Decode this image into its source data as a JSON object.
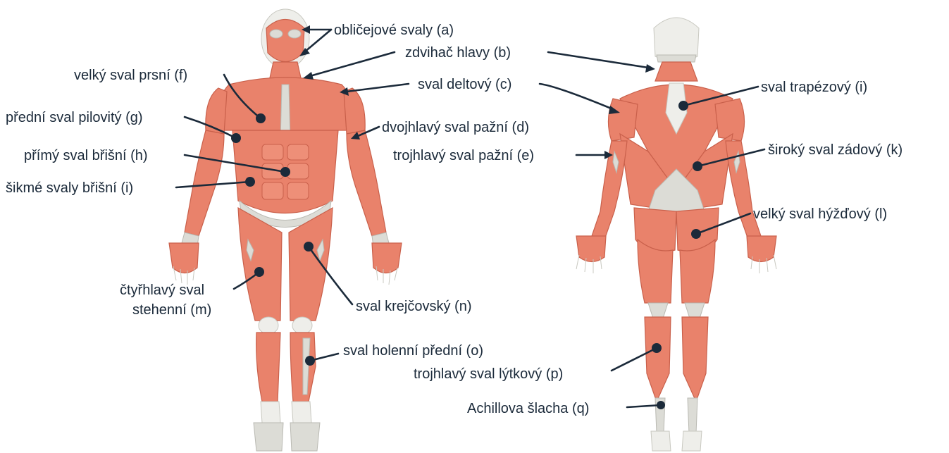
{
  "labels": {
    "a": "obličejové svaly (a)",
    "b": "zdvihač hlavy (b)",
    "c": "sval deltový (c)",
    "d": "dvojhlavý sval pažní (d)",
    "e": "trojhlavý sval pažní (e)",
    "f": "velký sval prsní (f)",
    "g": "přední sval pilovitý (g)",
    "h": "přímý sval břišní (h)",
    "i_front": "šikmé svaly břišní (i)",
    "i_back": "sval trapézový (i)",
    "k": "široký sval zádový (k)",
    "l": "velký sval hýžďový (l)",
    "m_line1": "čtyřhlavý sval",
    "m_line2": "stehenní (m)",
    "n": "sval krejčovský (n)",
    "o": "sval holenní přední (o)",
    "p": "trojhlavý sval lýtkový (p)",
    "q": "Achillova šlacha (q)"
  },
  "colors": {
    "muscle": "#e9826b",
    "tendon": "#dcdcd6",
    "bone": "#eeeeea",
    "label_text": "#1b2a3a"
  }
}
